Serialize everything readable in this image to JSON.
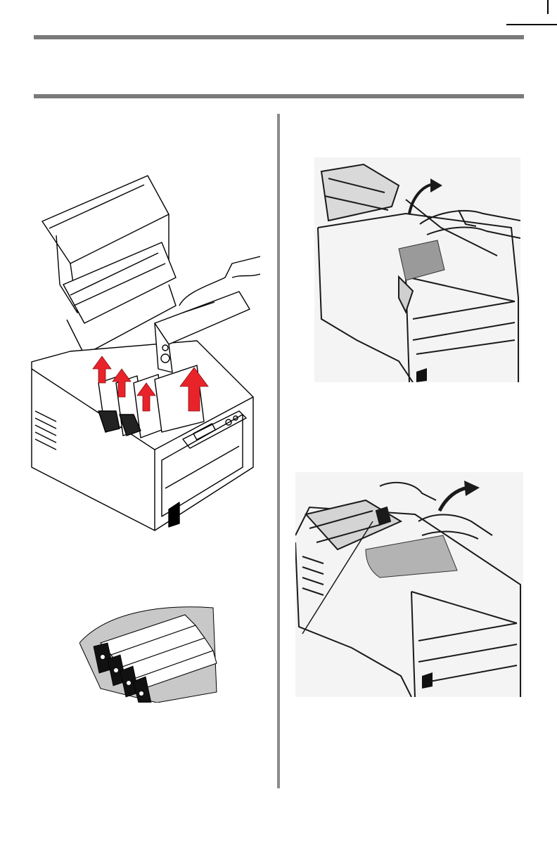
{
  "page": {
    "header_rules": 2,
    "columns": 2
  },
  "figures": [
    {
      "name": "printer-drum-removal-illustration",
      "type": "line-drawing",
      "arrow_color": "#e8242a"
    },
    {
      "name": "drums-covered-with-paper-illustration",
      "type": "line-drawing"
    },
    {
      "name": "fuser-area-paper-removal-photo",
      "type": "photo"
    },
    {
      "name": "paper-jam-lever-removal-photo",
      "type": "photo"
    }
  ],
  "colors": {
    "rule": "#7a7a7a",
    "divider": "#8c8c8c",
    "arrow": "#e8242a",
    "paper": "#c8c8c8"
  }
}
